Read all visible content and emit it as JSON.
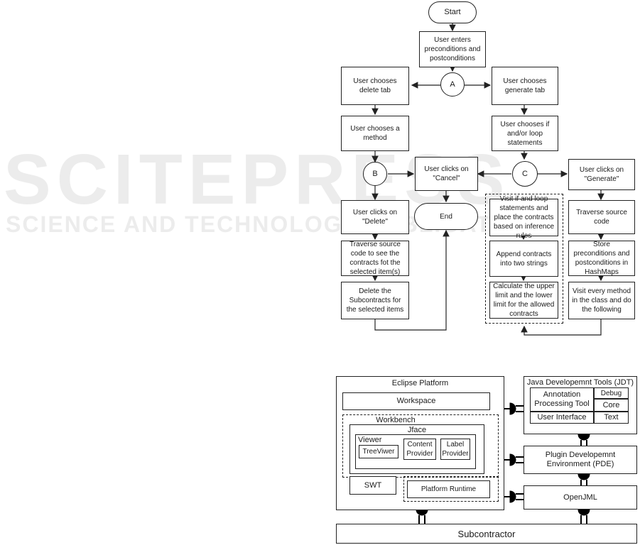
{
  "watermark": {
    "big": "SCITEPRESS",
    "small": "SCIENCE AND TECHNOLOGY PUBLICATIONS"
  },
  "flowchart": {
    "start": "Start",
    "enter": "User enters preconditions and postconditions",
    "connector_a": "A",
    "delete_tab": "User chooses delete tab",
    "generate_tab": "User chooses generate tab",
    "choose_method": "User chooses a method",
    "choose_if_loop": "User chooses if and/or loop statements",
    "connector_b": "B",
    "connector_c": "C",
    "cancel": "User clicks on \"Cancel\"",
    "generate_click": "User clicks on \"Generate\"",
    "end": "End",
    "delete_click": "User clicks on \"Delete\"",
    "traverse_see": "Traverse source code to see the contracts fot the selected item(s)",
    "delete_sub": "Delete the Subcontracts for the selected items",
    "visit_if": "Visit if and loop statements and place the contracts based on inference rules",
    "append": "Append contracts into two strings",
    "calc_limits": "Calculate the upper limit and the lower limit for the allowed contracts",
    "traverse_src": "Traverse source code",
    "store_pre": "Store preconditions and postconditions in HashMaps",
    "visit_method": "Visit every method in the class and do the following"
  },
  "architecture": {
    "eclipse_platform": "Eclipse Platform",
    "workspace": "Workspace",
    "workbench": "Workbench",
    "jface": "Jface",
    "viewer": "Viewer",
    "tree_viewer": "TreeViwer",
    "content_provider": "Content Provider",
    "label_provider": "Label Provider",
    "swt": "SWT",
    "platform_runtime": "Platform Runtime",
    "jdt": "Java Developemnt Tools (JDT)",
    "annotation_tool": "Annotation Processing Tool",
    "debug": "Debug",
    "core": "Core",
    "user_interface": "User Interface",
    "text": "Text",
    "pde": "Plugin Developemnt Environment (PDE)",
    "openjml": "OpenJML",
    "subcontractor": "Subcontractor"
  }
}
